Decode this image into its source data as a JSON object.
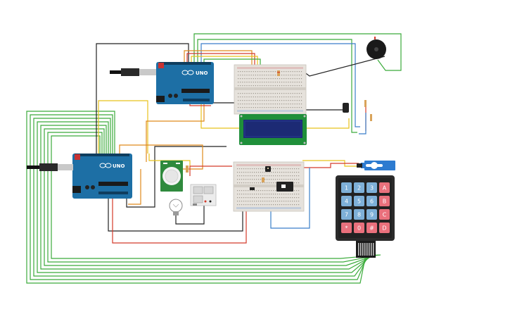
{
  "canvas": {
    "background": "#ffffff"
  },
  "colors": {
    "arduino_board": "#1d6fa5",
    "breadboard": "#e6e2dc",
    "lcd_bezel": "#1f8f3a",
    "lcd_screen": "#1c2a74",
    "keypad_body": "#2b2b2b",
    "key_blue": "#7eb0d8",
    "key_red": "#e9707c",
    "pir_board": "#2f8a3d",
    "wire_green": "#3bab3b",
    "wire_red": "#d43a2a",
    "wire_black": "#222222",
    "wire_yellow": "#e8c21c",
    "wire_orange": "#e08a1c",
    "wire_blue": "#3a7ec9"
  },
  "arduino_top": {
    "brand_label": "UNO",
    "icon": "arduino-infinity-icon"
  },
  "arduino_bottom": {
    "brand_label": "UNO",
    "icon": "arduino-infinity-icon"
  },
  "keypad": {
    "keys": [
      [
        "1",
        "2",
        "3",
        "A"
      ],
      [
        "4",
        "5",
        "6",
        "B"
      ],
      [
        "7",
        "8",
        "9",
        "C"
      ],
      [
        "*",
        "0",
        "#",
        "D"
      ]
    ]
  },
  "icons": {
    "usb_top": "usb-cable-icon",
    "usb_bottom": "usb-cable-icon",
    "buzzer": "piezo-buzzer-icon",
    "servo": "servo-motor-icon",
    "bulb": "light-bulb-icon",
    "pir": "pir-sensor-icon",
    "relay": "relay-module-icon",
    "transistor": "transistor-icon",
    "ir_receiver": "ir-receiver-icon"
  }
}
